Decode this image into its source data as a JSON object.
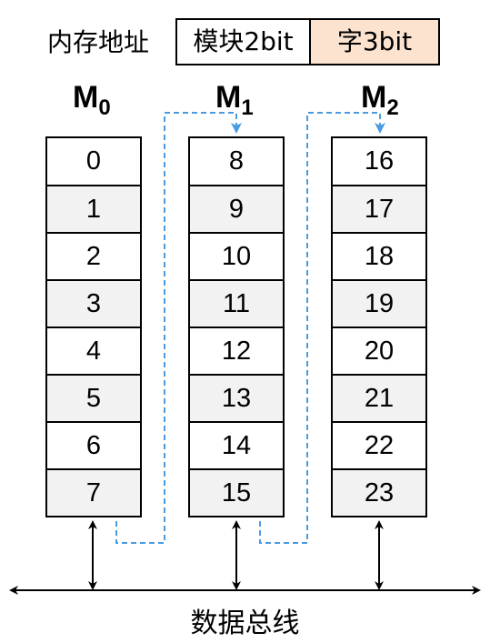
{
  "address_format": {
    "label": "内存地址",
    "fields": [
      {
        "text": "模块2bit",
        "color": "#ffffff"
      },
      {
        "text": "字3bit",
        "color": "#fce3cf"
      }
    ]
  },
  "modules": [
    {
      "name": "M",
      "sub": "0",
      "cells": [
        "0",
        "1",
        "2",
        "3",
        "4",
        "5",
        "6",
        "7"
      ]
    },
    {
      "name": "M",
      "sub": "1",
      "cells": [
        "8",
        "9",
        "10",
        "11",
        "12",
        "13",
        "14",
        "15"
      ]
    },
    {
      "name": "M",
      "sub": "2",
      "cells": [
        "16",
        "17",
        "18",
        "19",
        "20",
        "21",
        "22",
        "23"
      ]
    }
  ],
  "bus_label": "数据总线",
  "colors": {
    "flow_line": "#4a9be0",
    "shaded_row": "#f2f2f2",
    "word_field": "#fce3cf"
  }
}
